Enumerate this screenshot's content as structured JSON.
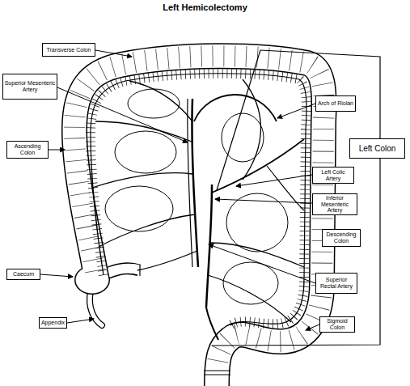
{
  "diagram": {
    "title": "Left Hemicolectomy",
    "nodes": [
      {
        "text": [
          "Transverse Colon"
        ]
      },
      {
        "text": [
          "Superior Mesenteric Artery"
        ]
      },
      {
        "text": [
          "Arch of Riolan"
        ]
      },
      {
        "text": [
          "Left Colon"
        ]
      },
      {
        "text": [
          "Ascending Colon"
        ]
      },
      {
        "text": [
          "Left Colic Artery"
        ]
      },
      {
        "text": [
          "Inferior Mesenteric Artery"
        ]
      },
      {
        "text": [
          "Descending Colon"
        ]
      },
      {
        "text": [
          "Caecum"
        ]
      },
      {
        "text": [
          "Superior Rectal Artery"
        ]
      },
      {
        "text": [
          "Appendix"
        ]
      },
      {
        "text": [
          "Sigmoid Colon"
        ]
      }
    ]
  }
}
